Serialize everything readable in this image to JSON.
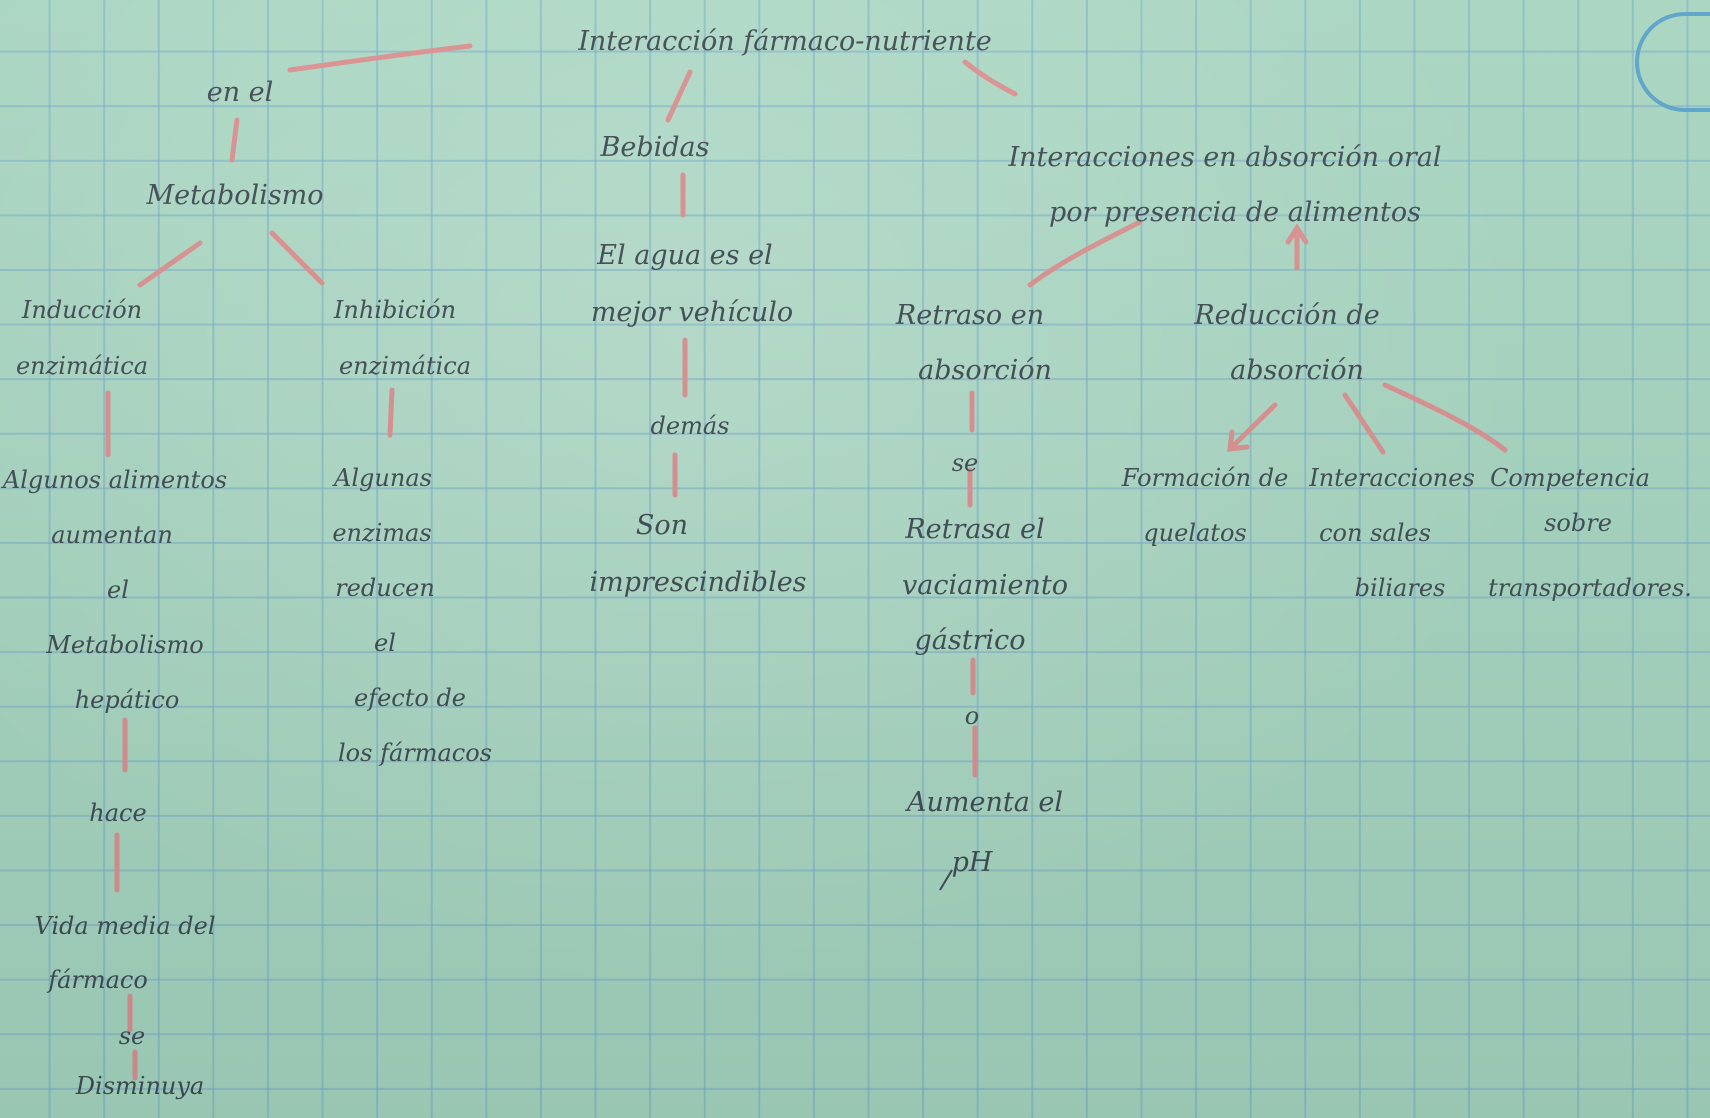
{
  "diagram": {
    "title": "Interacción fármaco-nutriente",
    "left_branch": {
      "connector": "en el",
      "node": "Metabolismo",
      "induction": {
        "heading": [
          "Inducción",
          "enzimática"
        ],
        "lines": [
          "Algunos alimentos",
          "aumentan",
          "el",
          "Metabolismo",
          "hepático"
        ],
        "connector": "hace",
        "result": [
          "Vida media del",
          "fármaco",
          "se",
          "Disminuya"
        ]
      },
      "inhibition": {
        "heading": [
          "Inhibición",
          "enzimática"
        ],
        "lines": [
          "Algunas",
          "enzimas",
          "reducen",
          "el",
          "efecto de",
          "los fármacos"
        ]
      }
    },
    "center_branch": {
      "node": "Bebidas",
      "lines": [
        "El agua es el",
        "mejor vehículo"
      ],
      "connector": "demás",
      "result": [
        "Son",
        "imprescindibles"
      ]
    },
    "right_branch": {
      "node": [
        "Interacciones en absorción oral",
        "por presencia de alimentos"
      ],
      "delay": {
        "heading": [
          "Retraso en",
          "absorción"
        ],
        "connector": "se",
        "lines": [
          "Retrasa el",
          "vaciamiento",
          "gástrico"
        ],
        "connector2": "o",
        "result": [
          "Aumenta el",
          "pH"
        ]
      },
      "reduction": {
        "heading": [
          "Reducción de",
          "absorción"
        ],
        "children": [
          [
            "Formación de",
            "quelatos"
          ],
          [
            "Interacciones",
            "con sales",
            "biliares"
          ],
          [
            "Competencia",
            "sobre",
            "transportadores."
          ]
        ]
      }
    },
    "colors": {
      "ink": "#3f4a52",
      "arrow": "#d98f8f",
      "paper": "#a6d4bf",
      "grid": "#78aac8"
    }
  }
}
